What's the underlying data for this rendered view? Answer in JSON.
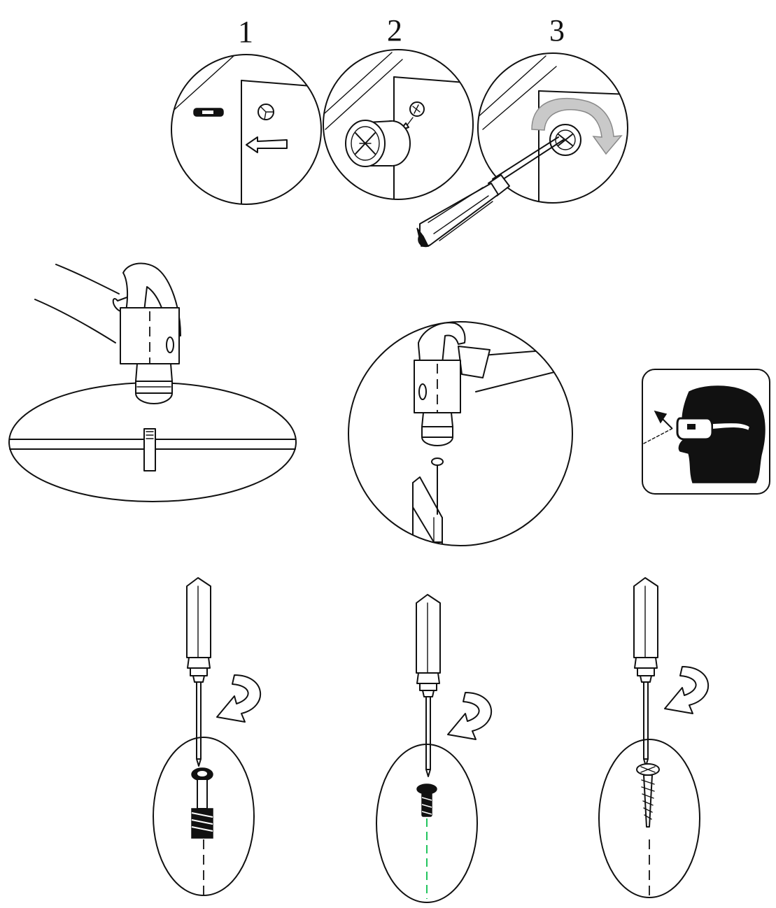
{
  "steps": {
    "labels": [
      "1",
      "2",
      "3"
    ]
  },
  "colors": {
    "line": "#111111",
    "background": "#ffffff",
    "rotation_arrow": "#c9c9c9",
    "guide_line_green": "#22c55e"
  },
  "icons": {
    "step1": "dowel-into-hole-icon",
    "step2": "cam-lock-insert-icon",
    "step3": "screwdriver-turn-icon",
    "hammer_dowel": "hammer-dowel-icon",
    "hammer_nail": "hammer-nail-icon",
    "safety": "safety-glasses-icon",
    "screw_cam_bolt": "screwdriver-cam-bolt-icon",
    "screw_machine": "screwdriver-machine-screw-icon",
    "screw_wood": "screwdriver-wood-screw-icon"
  }
}
